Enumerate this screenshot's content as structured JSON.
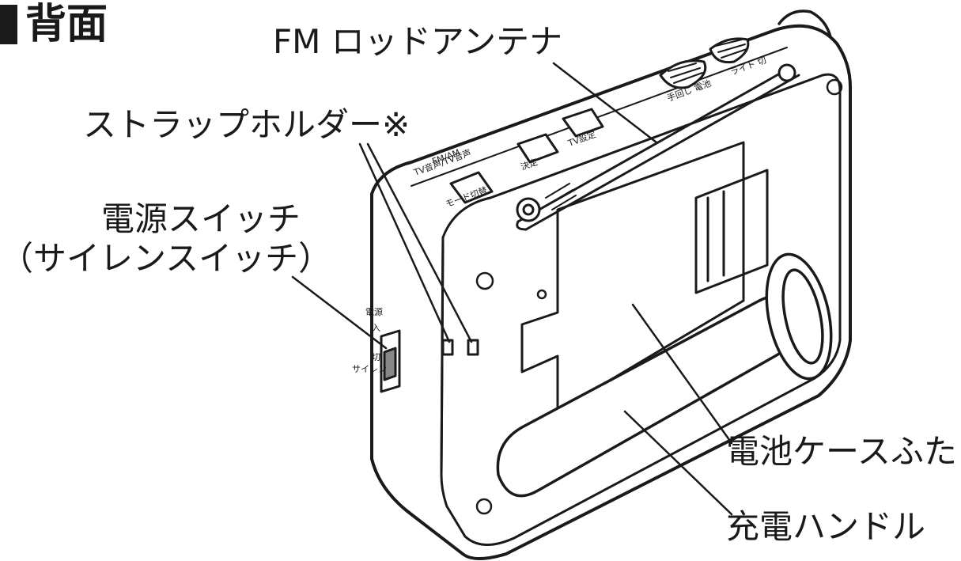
{
  "heading": "背面",
  "labels": {
    "fm_rod_antenna": "FM ロッドアンテナ",
    "strap_holder": "ストラップホルダー※",
    "power_switch_line1": "電源スイッチ",
    "power_switch_line2": "（サイレンスイッチ）",
    "battery_cover": "電池ケースふた",
    "charge_handle": "充電ハンドル"
  },
  "device_markings": {
    "side_power": "電源",
    "side_on": "入",
    "side_off": "切",
    "side_siren": "サイレン",
    "btn_mode": "モード切替",
    "btn_mode_sub1": "TV音声/TV音声",
    "btn_mode_sub2": "FM/AM",
    "btn_enter": "決定",
    "btn_tv": "TV設定",
    "dial_label1": "手回し 電池",
    "dial_label2": "ライト 切"
  },
  "colors": {
    "ink": "#1a1a1a",
    "background": "#ffffff"
  }
}
